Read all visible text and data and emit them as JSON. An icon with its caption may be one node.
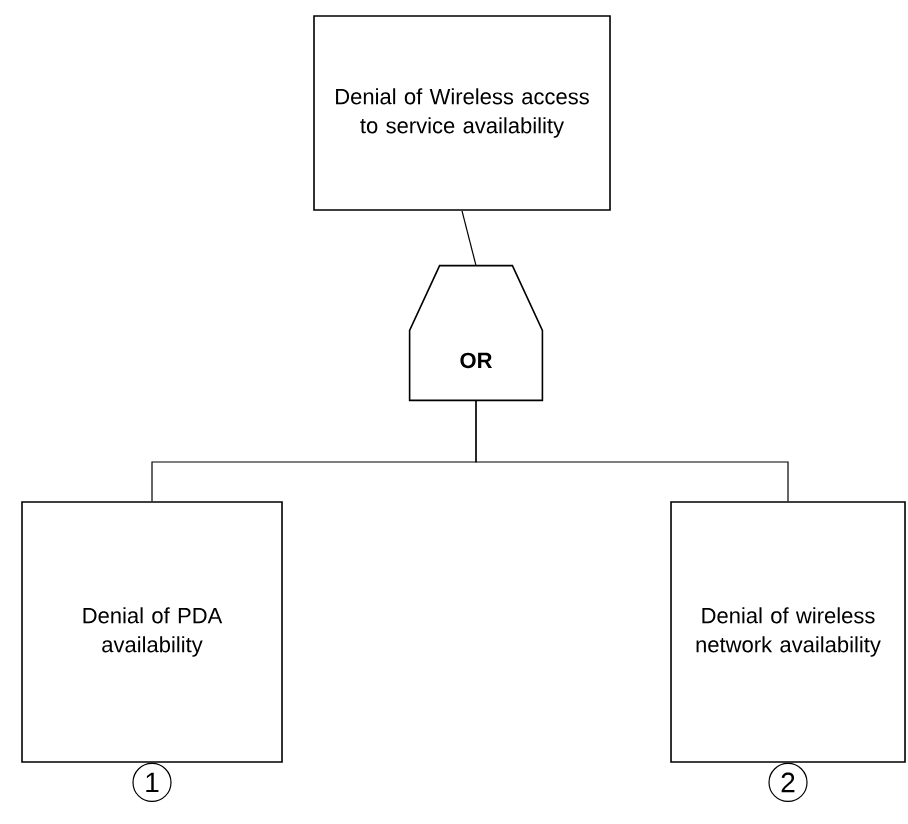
{
  "diagram": {
    "nodes": [
      {
        "text": [
          "Denial of Wireless access to service availability"
        ]
      },
      {
        "text": [
          "OR"
        ]
      },
      {
        "text": [
          "Denial of PDA availability"
        ],
        "beside": [
          "1"
        ]
      },
      {
        "text": [
          "Denial of wireless network availability"
        ],
        "beside": [
          "2"
        ]
      }
    ],
    "edges": [
      {
        "from": 0,
        "to": 1,
        "arrow": "none"
      },
      {
        "from": 1,
        "to": 2,
        "arrow": "none"
      },
      {
        "from": 1,
        "to": 3,
        "arrow": "none"
      }
    ]
  }
}
